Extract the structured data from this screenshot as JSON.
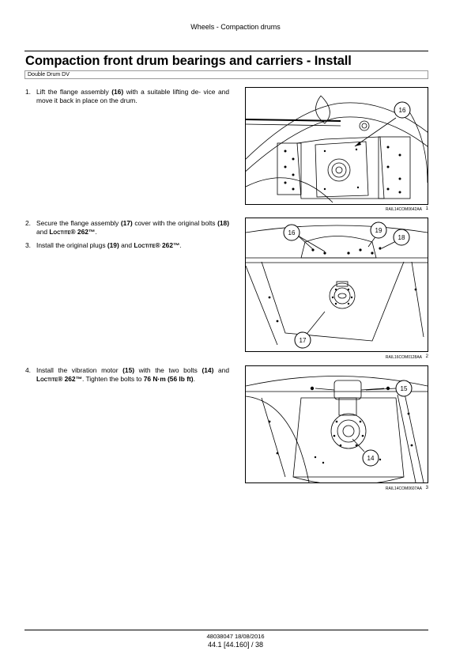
{
  "header": {
    "section": "Wheels - Compaction drums"
  },
  "title": "Compaction front drum bearings and carriers - Install",
  "model": "Double Drum DV",
  "steps": [
    {
      "num": "1.",
      "t1": "Lift the flange assembly ",
      "b1": "(16)",
      "t2": " with a suitable lifting de- vice and move it back in place on the drum."
    },
    {
      "num": "2.",
      "t1": "Secure the flange assembly ",
      "b1": "(17)",
      "t2": " cover with the original bolts ",
      "b2": "(18)",
      "t3": " and ",
      "brand": "Loctite® 262™",
      "t4": "."
    },
    {
      "num": "3.",
      "t1": "Install the original plugs ",
      "b1": "(19)",
      "t2": " and ",
      "brand": "Loctite® 262™",
      "t3": "."
    },
    {
      "num": "4.",
      "t1": "Install the vibration motor ",
      "b1": "(15)",
      "t2": " with the two bolts ",
      "b2": "(14)",
      "t3": " and ",
      "brand": "Loctite® 262™",
      "t4": ".  Tighten the bolts to ",
      "b3": "76 N·m",
      "t5": " ",
      "b4": "(56 lb ft)",
      "t6": "."
    }
  ],
  "figures": [
    {
      "code": "RAIL14COM0642AA",
      "num": "1",
      "callouts": [
        "16"
      ]
    },
    {
      "code": "RAIL16COM0128AA",
      "num": "2",
      "callouts": [
        "16",
        "19",
        "18",
        "17"
      ]
    },
    {
      "code": "RAIL14COM0607AA",
      "num": "3",
      "callouts": [
        "15",
        "14"
      ]
    }
  ],
  "footer": {
    "doc": "48038047 18/08/2016",
    "page": "44.1 [44.160] / 38"
  }
}
